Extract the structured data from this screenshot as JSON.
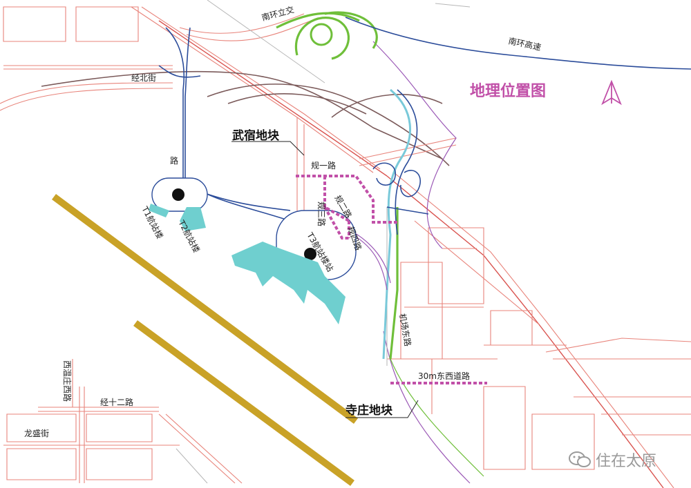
{
  "title": "地理位置图",
  "colors": {
    "title": "#c150a8",
    "planned_road": "#c150a8",
    "runway": "#c9a227",
    "terminal": "#6fcfcf",
    "highway": "#2b4c9a"
  },
  "labels": {
    "nanhuan_interchange": "南环立交",
    "nanhuan_highway": "南环高速",
    "jingbei_street": "经北街",
    "road": "路",
    "wusu_block": "武宿地块",
    "gui_yi_road": "规一路",
    "gui_er_road": "规二路",
    "gui_san_road": "规三路",
    "gui_si_road": "规四路",
    "t1": "T1航站楼",
    "t2": "T2航站楼",
    "t3": "T3航站楼站",
    "airport_east_road": "机场东路",
    "east_west_30m": "30m东西道路",
    "sizhuang_block": "寺庄地块",
    "xiwenzhuang_west_road": "西温庄西路",
    "jing_twelve_road": "经十二路",
    "longsheng_street": "龙盛街"
  },
  "compass": "north-arrow-icon",
  "watermark": {
    "icon": "wechat-icon",
    "text": "住在太原"
  }
}
